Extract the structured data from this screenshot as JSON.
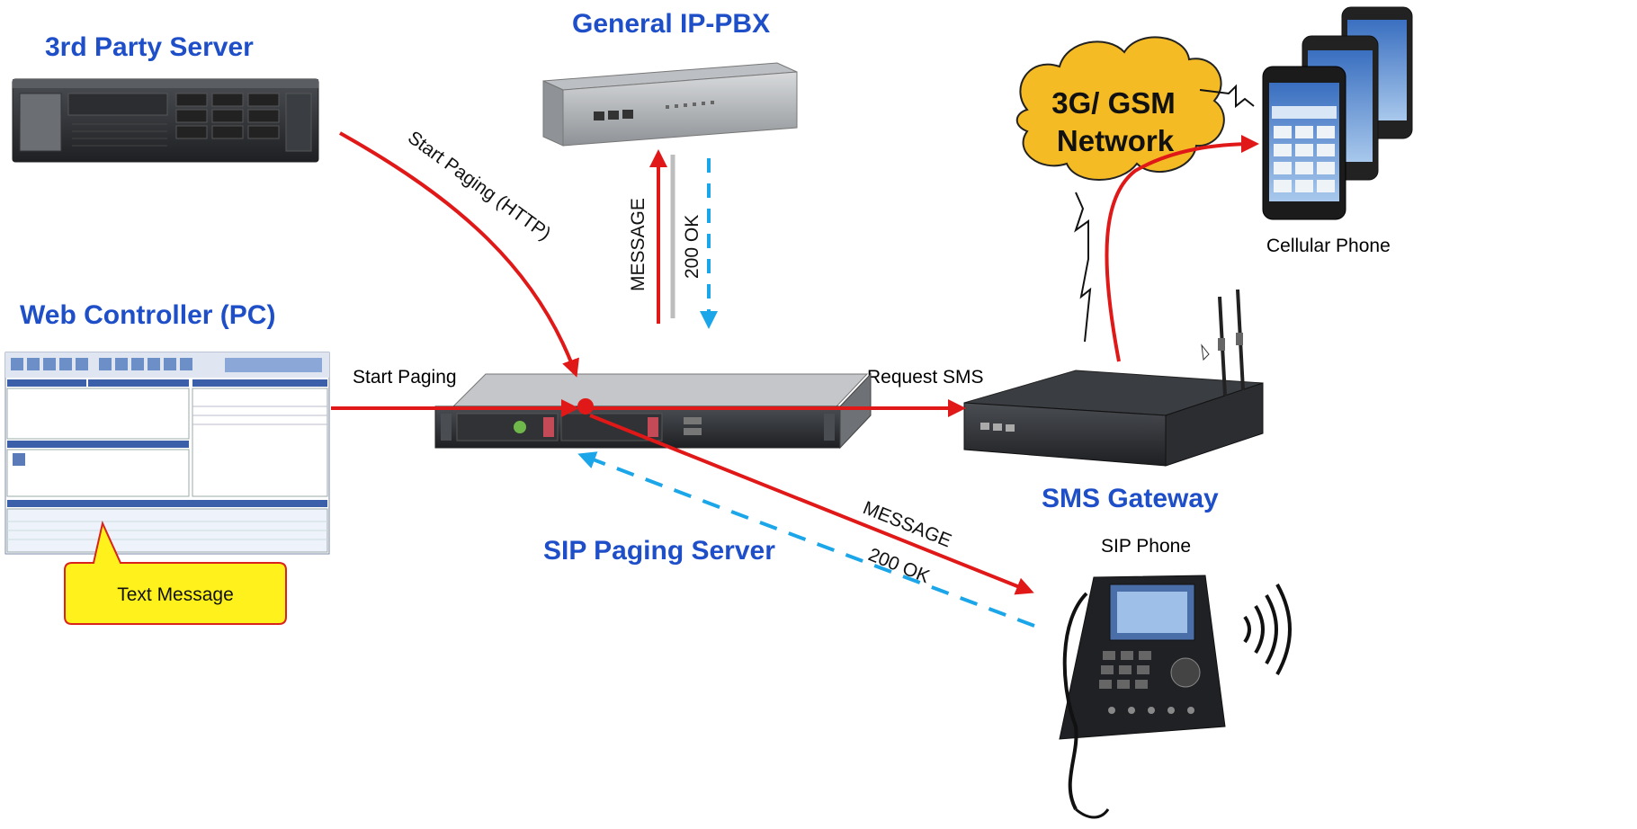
{
  "titles": {
    "third_party": "3rd Party Server",
    "ip_pbx": "General IP-PBX",
    "web_controller": "Web Controller (PC)",
    "sms_gateway": "SMS Gateway",
    "sip_paging_server": "SIP Paging Server"
  },
  "labels": {
    "cellular_phone": "Cellular Phone",
    "sip_phone": "SIP Phone",
    "cloud_line1": "3G/ GSM",
    "cloud_line2": "Network",
    "text_message": "Text Message",
    "start_paging_http": "Start Paging (HTTP)",
    "start_paging": "Start Paging",
    "request_sms": "Request SMS",
    "message_vertical": "MESSAGE",
    "ok_vertical": "200 OK",
    "message_diag": "MESSAGE",
    "ok_diag": "200 OK"
  },
  "colors": {
    "title_blue": "#1e4fc8",
    "arrow_red": "#e01818",
    "arrow_cyan": "#1aa6e8",
    "cloud_fill": "#f4bb24",
    "callout_fill": "#fff21c"
  }
}
